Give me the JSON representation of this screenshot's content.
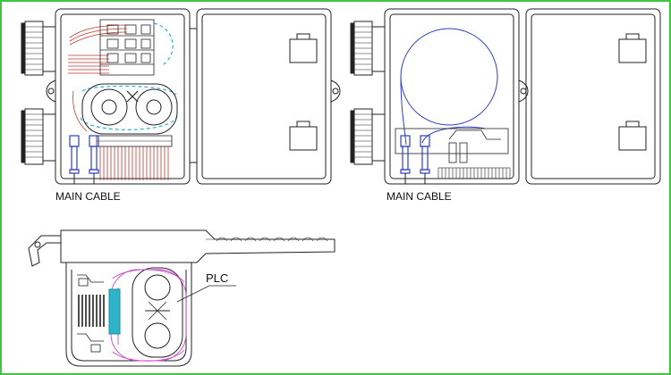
{
  "labels": {
    "main_cable_left": "MAIN CABLE",
    "main_cable_right": "MAIN CABLE",
    "plc": "PLC"
  },
  "colors": {
    "frame_border": "#3ec73e",
    "line": "#222222",
    "fiber_red": "#c0392b",
    "fiber_blue": "#2b3fbf",
    "tray_cyan": "#2fb3c9",
    "fiber_magenta": "#cc44cc"
  }
}
